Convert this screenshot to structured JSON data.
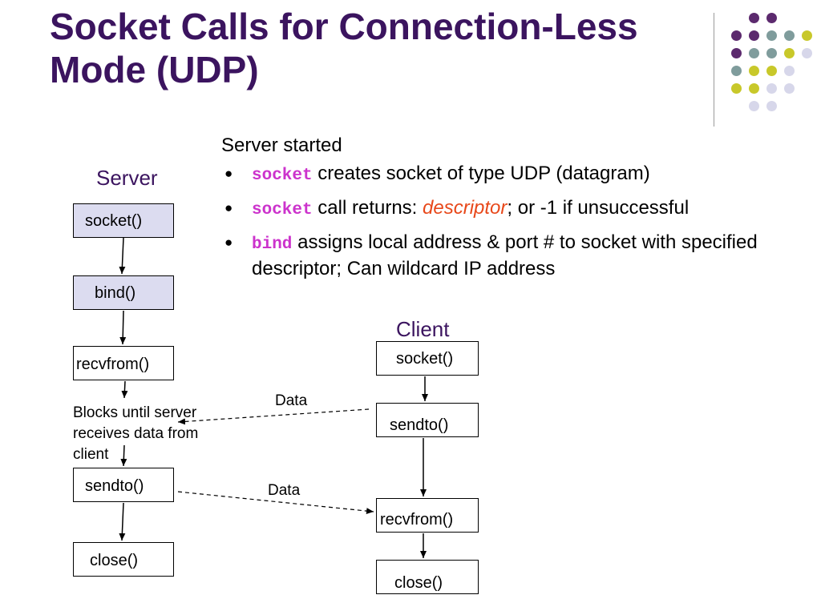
{
  "title": {
    "line1": "Socket Calls for Connection-Less",
    "line2": "Mode (UDP)"
  },
  "colors": {
    "title": "#3b145f",
    "code": "#cc33cc",
    "descriptor": "#e8481a",
    "purple": "#5c2a6e",
    "teal": "#7f9c9c",
    "olive": "#c8c82a",
    "lavender": "#d7d7ea"
  },
  "text": {
    "intro": "Server started",
    "bullets": [
      {
        "code": "socket",
        "text": " creates socket of type UDP (datagram)"
      },
      {
        "code": "socket",
        "text": " call returns:  ",
        "emph": "descriptor",
        "tail": ";  or -1 if unsuccessful"
      },
      {
        "code": "bind",
        "text": " assigns local address & port # to socket with specified descriptor; Can wildcard IP address"
      }
    ]
  },
  "diagram": {
    "server_label": "Server",
    "client_label": "Client",
    "server_boxes": [
      "socket()",
      "bind()",
      "recvfrom()",
      "sendto()",
      "close()"
    ],
    "client_boxes": [
      "socket()",
      "sendto()",
      "recvfrom()",
      "close()"
    ],
    "blocks_note": [
      "Blocks until server",
      "receives data from",
      "client"
    ],
    "data_label_1": "Data",
    "data_label_2": "Data"
  }
}
